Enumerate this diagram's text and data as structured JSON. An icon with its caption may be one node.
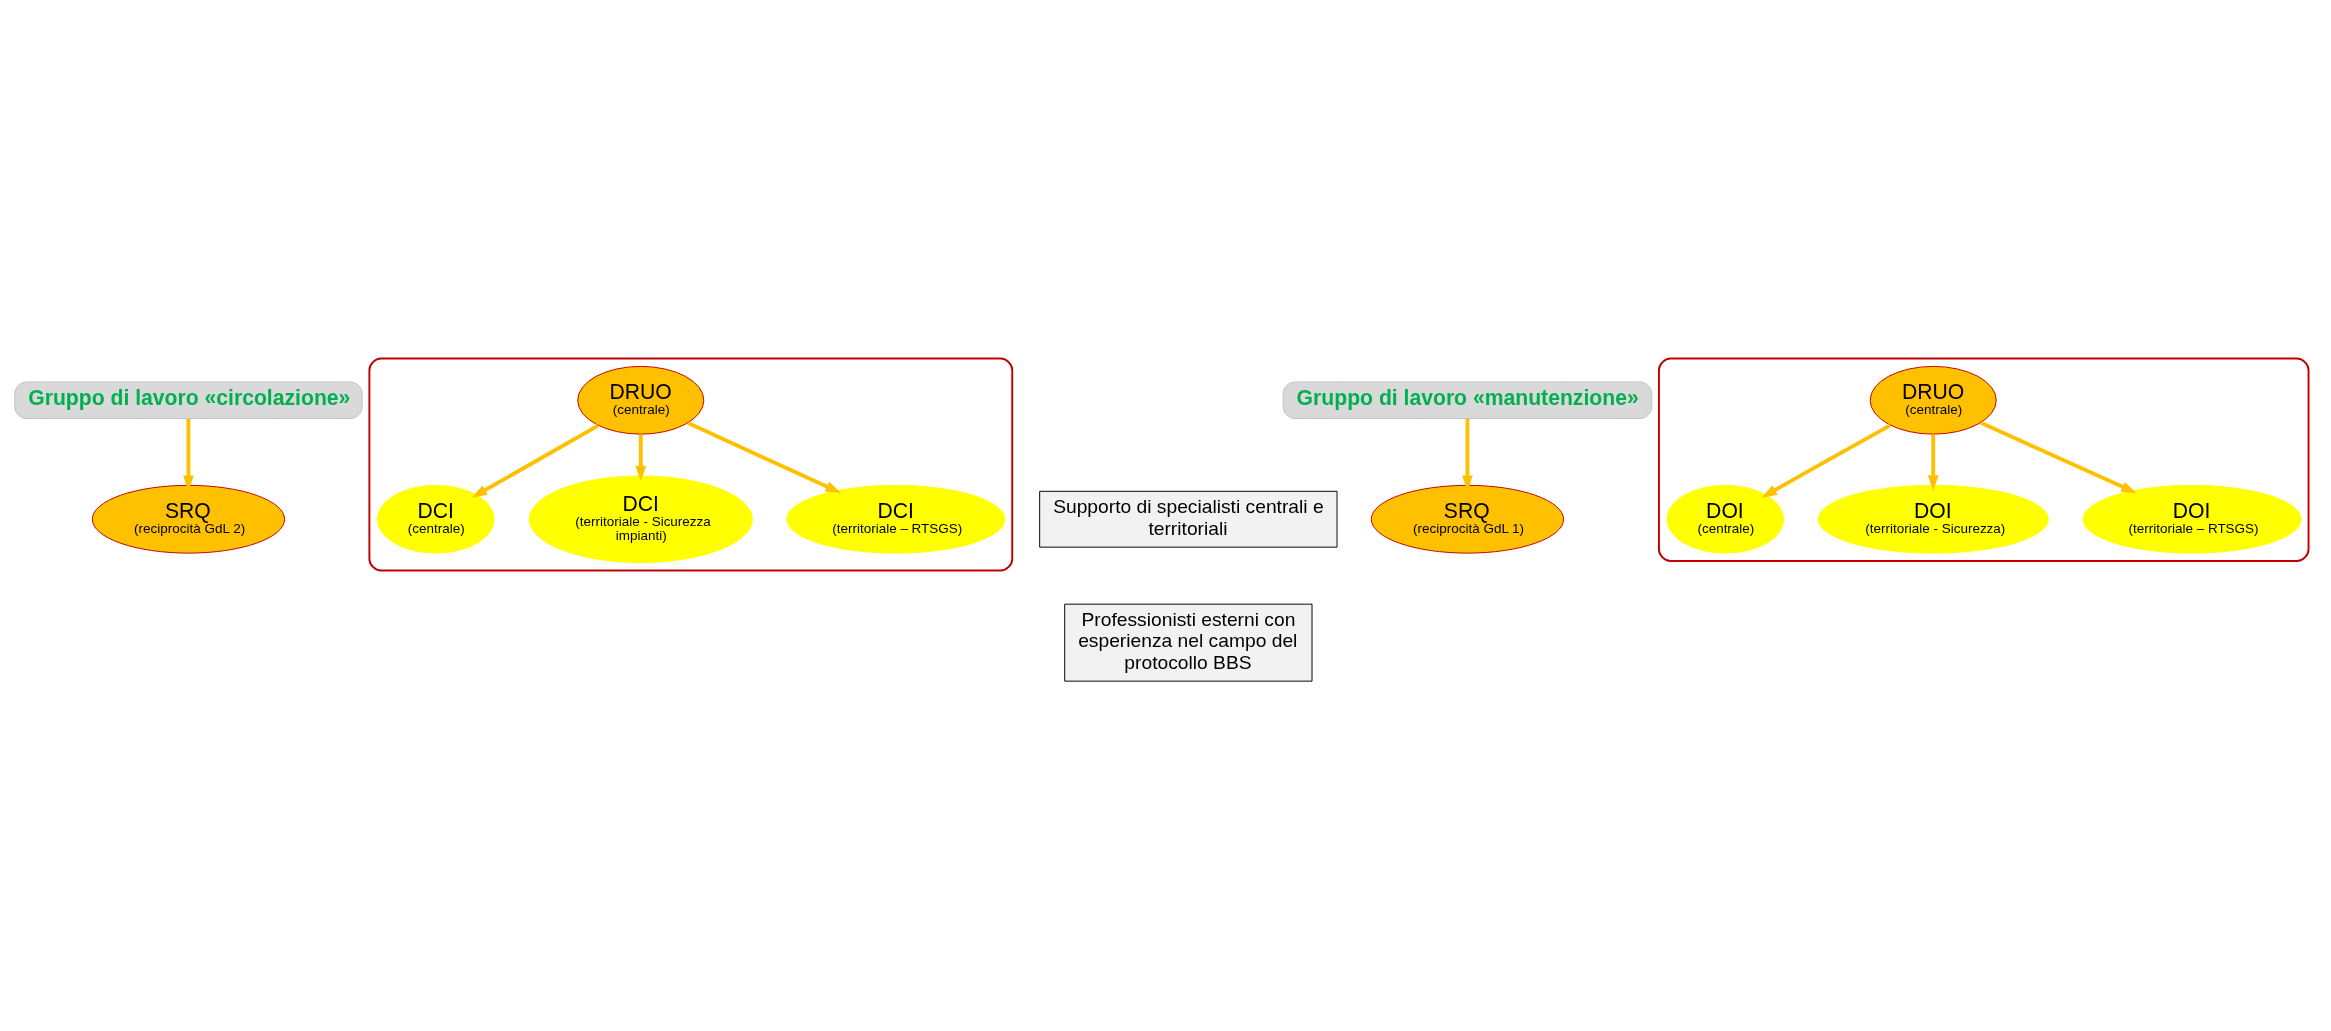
{
  "diagram": {
    "nodes": [
      {
        "text": [
          "Gruppo di lavoro «circolazione»"
        ]
      },
      {
        "text": [
          "SRQ",
          "(reciprocità GdL 2)"
        ]
      },
      {
        "text": [],
        "shape": "ellipse"
      },
      {
        "text": [
          "DCI",
          "(centrale)"
        ],
        "in": 2
      },
      {
        "text": [
          "DRUO",
          "(centrale)"
        ],
        "in": 2
      },
      {
        "text": [
          "DCI",
          "(territoriale - Sicurezza impianti)"
        ],
        "in": 2
      },
      {
        "text": [
          "DCI",
          "(territoriale – RTSGS)"
        ],
        "in": 2
      },
      {
        "text": [
          "Supporto di specialisti centrali e territoriali"
        ]
      },
      {
        "text": [
          "Professionisti esterni con esperienza nel campo del protocollo BBS"
        ]
      },
      {
        "text": [
          "Gruppo di lavoro «manutenzione»"
        ]
      },
      {
        "text": [
          "SRQ",
          "(reciprocità GdL 1)"
        ]
      },
      {
        "text": [],
        "shape": "ellipse"
      },
      {
        "text": [
          "DOI",
          "(centrale)"
        ],
        "in": 11
      },
      {
        "text": [
          "DRUO",
          "(centrale)"
        ],
        "in": 11
      },
      {
        "text": [
          "DOI",
          "(territoriale - Sicurezza)"
        ],
        "in": 11
      },
      {
        "text": [
          "DOI",
          "(territoriale – RTSGS)"
        ],
        "in": 11
      }
    ],
    "edges": [
      {
        "from": 0,
        "to": 1,
        "arrow": "to"
      },
      {
        "from": 4,
        "to": 3,
        "arrow": "to"
      },
      {
        "from": 4,
        "to": 5,
        "arrow": "to"
      },
      {
        "from": 4,
        "to": 6,
        "arrow": "to"
      },
      {
        "from": 9,
        "to": 10,
        "arrow": "to"
      },
      {
        "from": 13,
        "to": 12,
        "arrow": "to"
      },
      {
        "from": 13,
        "to": 14,
        "arrow": "to"
      },
      {
        "from": 13,
        "to": 15,
        "arrow": "to"
      }
    ]
  }
}
